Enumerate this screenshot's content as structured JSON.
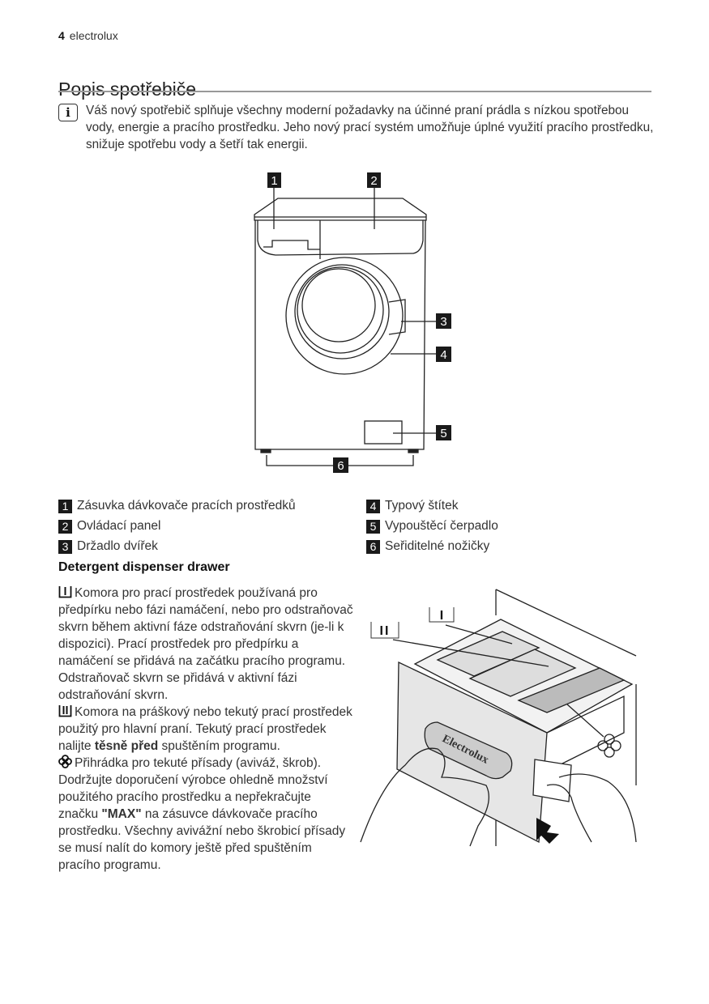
{
  "header": {
    "page_number": "4",
    "brand": "electrolux"
  },
  "section": {
    "title": "Popis spotřebiče"
  },
  "info": {
    "icon": "info-icon",
    "text": "Váš nový spotřebič splňuje všechny moderní požadavky na účinné praní prádla s nízkou spotřebou vody, energie a pracího prostředku. Jeho nový prací systém umožňuje úplné využití pracího prostředku, snižuje spotřebu vody a šetří tak energii."
  },
  "figure1": {
    "callouts": [
      "1",
      "2",
      "3",
      "4",
      "5",
      "6"
    ]
  },
  "legend": {
    "left": [
      {
        "num": "1",
        "label": "Zásuvka dávkovače pracích prostředků"
      },
      {
        "num": "2",
        "label": "Ovládací panel"
      },
      {
        "num": "3",
        "label": "Držadlo dvířek"
      }
    ],
    "right": [
      {
        "num": "4",
        "label": "Typový štítek"
      },
      {
        "num": "5",
        "label": "Vypouštěcí čerpadlo"
      },
      {
        "num": "6",
        "label": "Seřiditelné nožičky"
      }
    ]
  },
  "dispenser": {
    "heading": "Detergent dispenser drawer",
    "para1": "Komora pro prací prostředek používaná pro předpírku nebo fázi namáčení, nebo pro odstraňovač skvrn během aktivní fáze odstraňování skvrn (je-li k dispozici). Prací prostředek pro předpírku a namáčení se přidává na začátku pracího programu. Odstraňovač skvrn se přidává v aktivní fázi odstraňování skvrn.",
    "para2_a": "Komora na práškový nebo tekutý prací prostředek použitý pro hlavní praní. Tekutý prací prostředek nalijte ",
    "para2_bold": "těsně před",
    "para2_b": " spuštěním programu.",
    "para3": "Přihrádka pro tekuté přísady (aviváž, škrob).",
    "para4_a": "Dodržujte doporučení výrobce ohledně množství použitého pracího prostředku a nepřekračujte značku ",
    "para4_bold": "\"MAX\"",
    "para4_b": " na zásuvce dávkovače pracího prostředku. Všechny avivážní nebo škrobicí přísady se musí nalít do komory ještě před spuštěním pracího programu."
  },
  "figure2": {
    "label_I": "I",
    "label_II": "II",
    "brand_on_drawer": "Electrolux"
  }
}
